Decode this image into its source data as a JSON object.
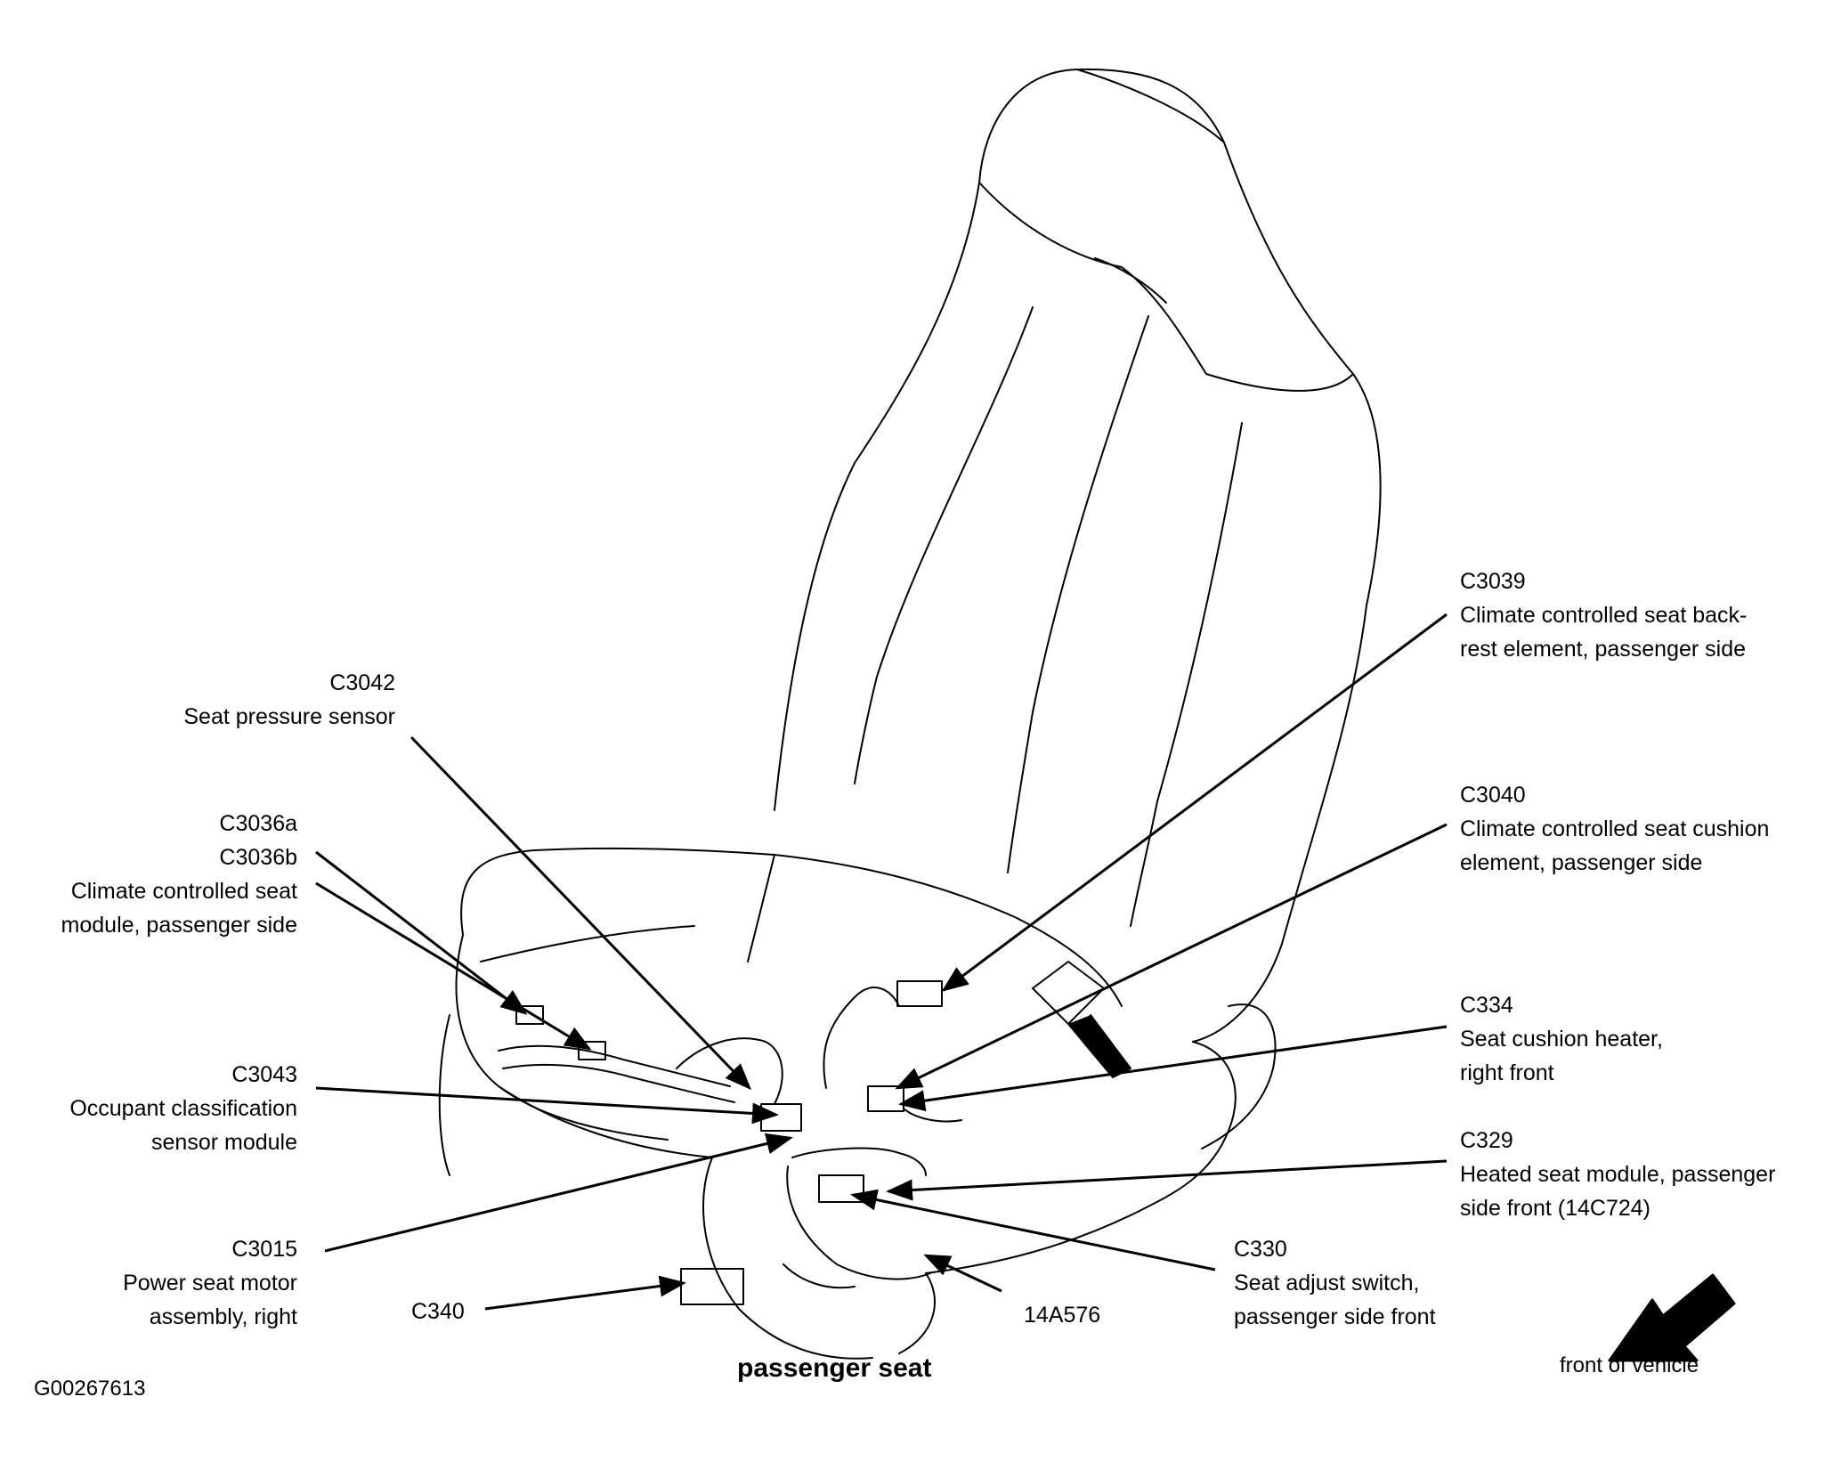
{
  "title": "passenger seat",
  "figure_id": "G00267613",
  "direction_label": "front of vehicle",
  "callouts": {
    "c3042": {
      "code": "C3042",
      "desc": [
        "Seat pressure sensor"
      ]
    },
    "c3036": {
      "code": "C3036a",
      "code2": "C3036b",
      "desc": [
        "Climate controlled seat",
        "module, passenger side"
      ]
    },
    "c3043": {
      "code": "C3043",
      "desc": [
        "Occupant classification",
        "sensor module"
      ]
    },
    "c3015": {
      "code": "C3015",
      "desc": [
        "Power seat motor",
        "assembly, right"
      ]
    },
    "c340": {
      "code": "C340"
    },
    "a576": {
      "code": "14A576"
    },
    "c3039": {
      "code": "C3039",
      "desc": [
        "Climate controlled seat back-",
        "rest element, passenger side"
      ]
    },
    "c3040": {
      "code": "C3040",
      "desc": [
        "Climate controlled seat cushion",
        "element, passenger side"
      ]
    },
    "c334": {
      "code": "C334",
      "desc": [
        "Seat cushion heater,",
        "right front"
      ]
    },
    "c329": {
      "code": "C329",
      "desc": [
        "Heated seat module, passenger",
        "side front (14C724)"
      ]
    },
    "c330": {
      "code": "C330",
      "desc": [
        "Seat adjust switch,",
        "passenger side front"
      ]
    }
  },
  "colors": {
    "ink": "#000000",
    "background": "#ffffff"
  }
}
